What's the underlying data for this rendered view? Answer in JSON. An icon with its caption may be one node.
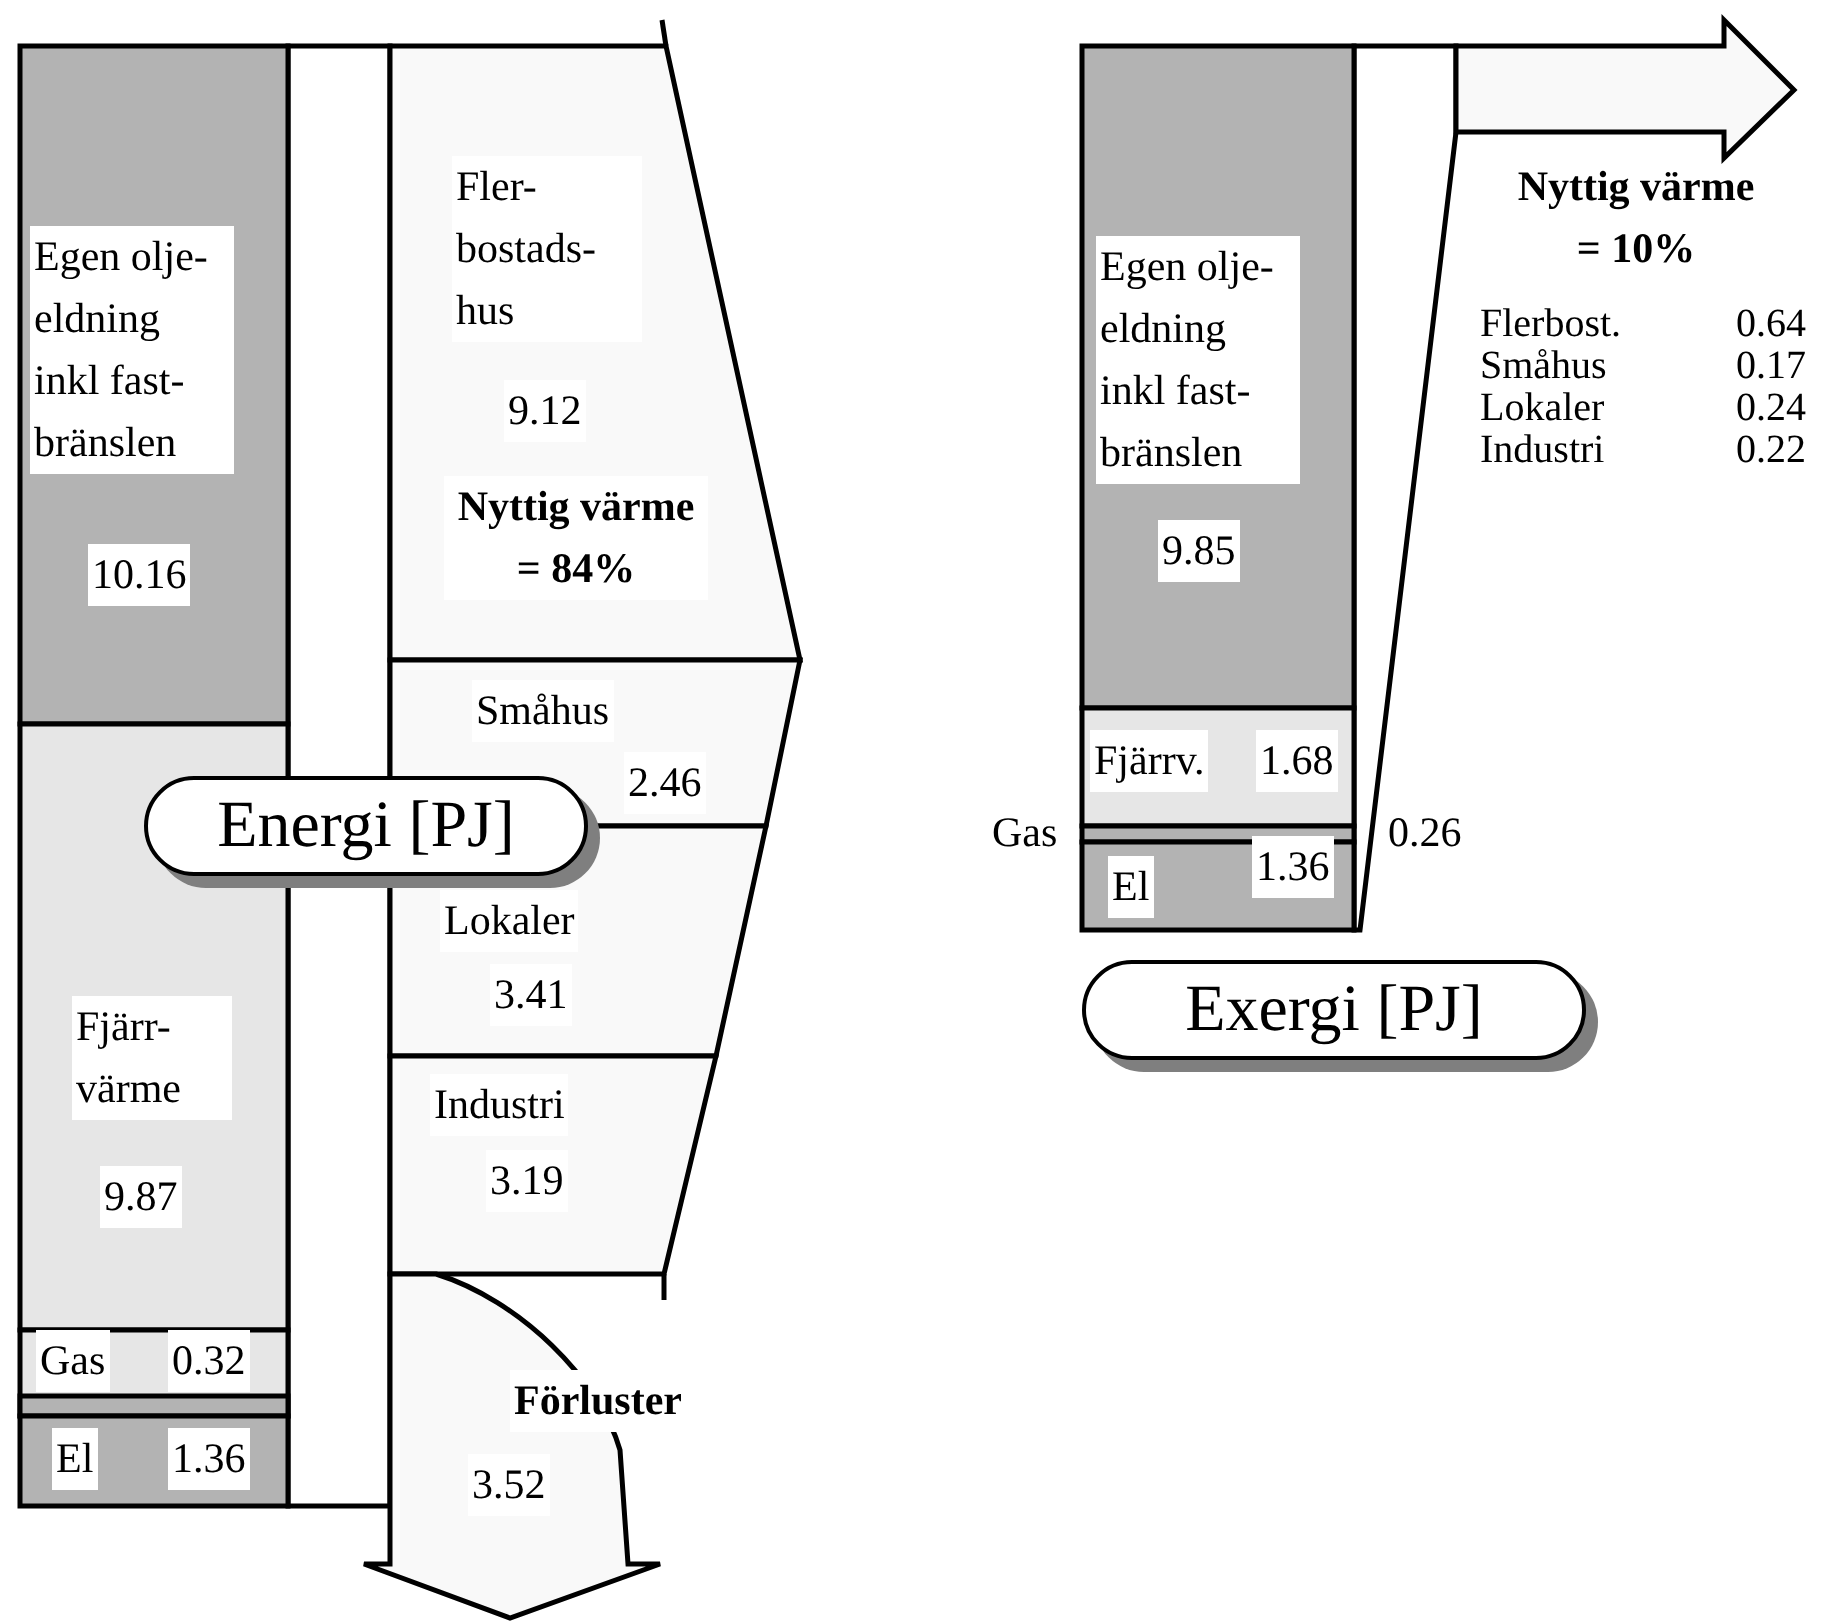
{
  "diagram": {
    "nodes": [
      {
        "text": [
          "Egen olje- eldning inkl fast- bränslen",
          "10.16"
        ]
      },
      {
        "text": [
          "Fjärr- värme",
          "9.87"
        ]
      },
      {
        "text": [
          "Gas",
          "0.32"
        ]
      },
      {
        "text": [
          "El",
          "1.36"
        ]
      },
      {
        "text": [
          "Fler- bostads- hus",
          "9.12"
        ]
      },
      {
        "text": [
          "Småhus",
          "2.46"
        ]
      },
      {
        "text": [
          "Lokaler",
          "3.41"
        ]
      },
      {
        "text": [
          "Industri",
          "3.19"
        ]
      },
      {
        "text": [
          "Förluster",
          "3.52"
        ]
      },
      {
        "text": [
          "Energi [PJ]"
        ]
      },
      {
        "text": [
          "Egen olje- eldning inkl fast- bränslen",
          "9.85"
        ]
      },
      {
        "text": [
          "Fjärrv.",
          "1.68"
        ]
      },
      {
        "text": [
          "Gas"
        ]
      },
      {
        "text": [
          "El",
          "1.36"
        ]
      },
      {
        "text": [
          "Exergi [PJ]"
        ]
      }
    ],
    "labels": [
      "Nyttig värme = 84%",
      "Nyttig värme = 10%",
      "Flerbost.",
      "0.64",
      "Småhus",
      "0.17",
      "Lokaler",
      "0.24",
      "Industri",
      "0.22",
      "0.26"
    ]
  }
}
